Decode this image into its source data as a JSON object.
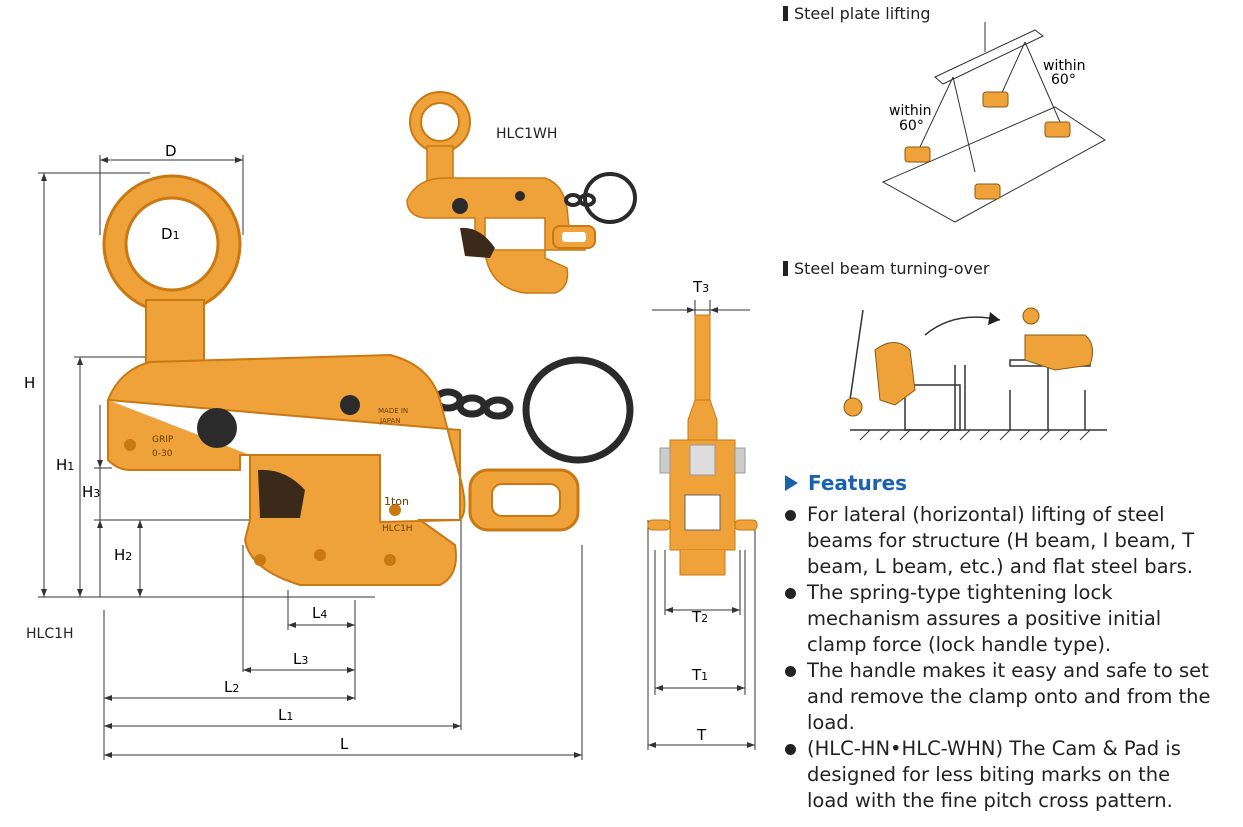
{
  "models": {
    "small": "HLC1WH",
    "large": "HLC1H"
  },
  "dimensions": {
    "D": "D",
    "D1": "D",
    "D1_sub": "1",
    "H": "H",
    "H1": "H",
    "H1_sub": "1",
    "H2": "H",
    "H2_sub": "2",
    "H3": "H",
    "H3_sub": "3",
    "L": "L",
    "L1": "L",
    "L1_sub": "1",
    "L2": "L",
    "L2_sub": "2",
    "L3": "L",
    "L3_sub": "3",
    "L4": "L",
    "L4_sub": "4",
    "T": "T",
    "T1": "T",
    "T1_sub": "1",
    "T2": "T",
    "T2_sub": "2",
    "T3": "T",
    "T3_sub": "3"
  },
  "clamp_marks": {
    "grip": "GRIP",
    "grip_range": "0-30",
    "capacity": "1ton",
    "model": "HLC1H",
    "made_in": "MADE IN",
    "japan": "JAPAN"
  },
  "plate_lifting": {
    "title": "Steel plate lifting",
    "angle_left": "within",
    "angle_left_value": "60°",
    "angle_right": "within",
    "angle_right_value": "60°"
  },
  "beam_turning": {
    "title": "Steel beam turning-over"
  },
  "features": {
    "heading": "Features",
    "items": [
      "For lateral (horizontal) lifting of steel beams for structure (H beam, I beam, T beam, L beam, etc.) and flat steel bars.",
      "The spring-type tightening lock mechanism assures a positive initial clamp force (lock handle type).",
      "The handle makes it easy and safe to set and remove the clamp onto and from the load.",
      "(HLC-HN•HLC-WHN) The Cam & Pad is designed for less biting marks on the load with the fine pitch cross pattern."
    ]
  },
  "colors": {
    "clamp_orange": "#f0a23a",
    "clamp_dark": "#c97812",
    "accent_blue": "#1a62b0"
  }
}
